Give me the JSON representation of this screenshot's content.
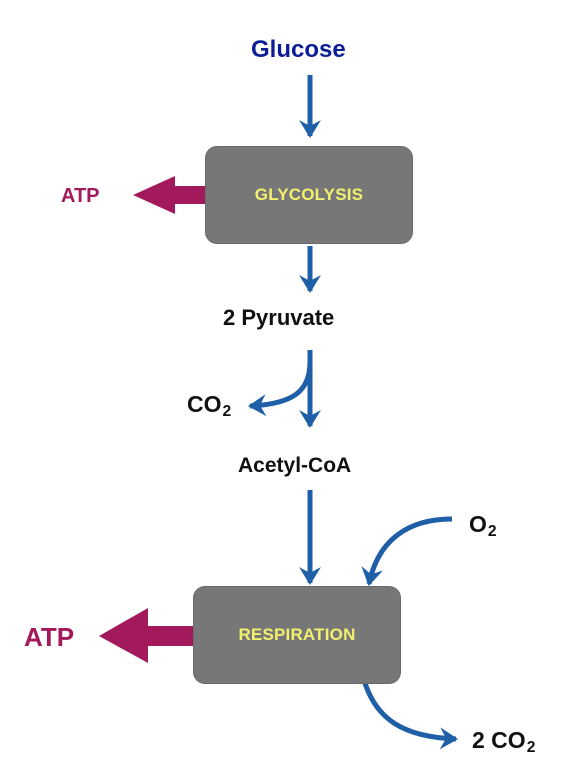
{
  "colors": {
    "input_text": "#0b1e96",
    "black_text": "#111111",
    "atp": "#a31a5c",
    "flow_arrow": "#1f5fa8",
    "box_fill": "#777777",
    "box_text": "#f2f06e"
  },
  "nodes": {
    "glucose": "Glucose",
    "glycolysis": "GLYCOLYSIS",
    "pyruvate": "2 Pyruvate",
    "acetyl_coa": "Acetyl-CoA",
    "respiration": "RESPIRATION"
  },
  "side_products": {
    "atp_top": "ATP",
    "atp_bottom": "ATP",
    "co2_left": {
      "base": "CO",
      "sub": "2"
    },
    "o2": {
      "base": "O",
      "sub": "2"
    },
    "co2_right": {
      "base": "2 CO",
      "sub": "2"
    }
  }
}
